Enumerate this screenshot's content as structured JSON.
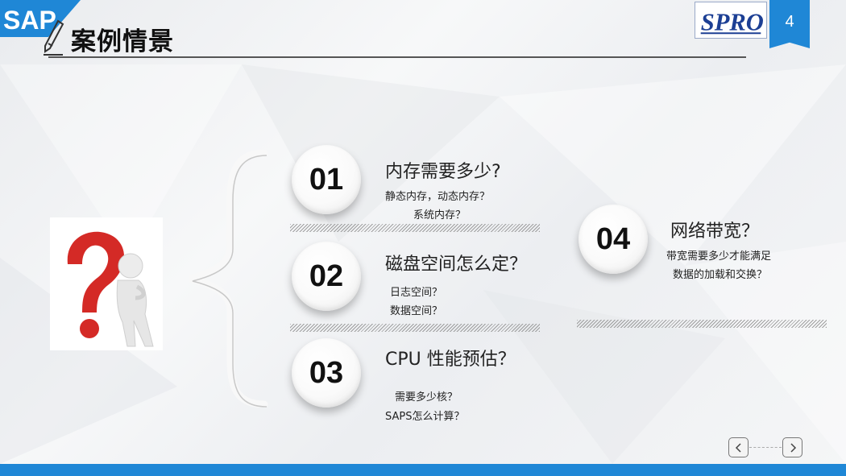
{
  "header": {
    "logo_text": "SAP",
    "title": "案例情景",
    "brand_logo_text": "SPRO",
    "page_number": "4"
  },
  "items": [
    {
      "number": "01",
      "heading": "内存需要多少?",
      "details": [
        "静态内存，动态内存？",
        "系统内存？"
      ]
    },
    {
      "number": "02",
      "heading": "磁盘空间怎么定？",
      "details": [
        "日志空间？",
        "数据空间？"
      ]
    },
    {
      "number": "03",
      "heading": "CPU 性能预估？",
      "details": [
        "需要多少核？",
        "SAPS怎么计算？"
      ]
    },
    {
      "number": "04",
      "heading": "网络带宽？",
      "details": [
        "带宽需要多少才能满足",
        "数据的加载和交换？"
      ]
    }
  ],
  "nav": {
    "prev_icon": "chevron-left-icon",
    "next_icon": "chevron-right-icon"
  },
  "colors": {
    "accent": "#1f87d6",
    "question_mark": "#d42a26"
  }
}
